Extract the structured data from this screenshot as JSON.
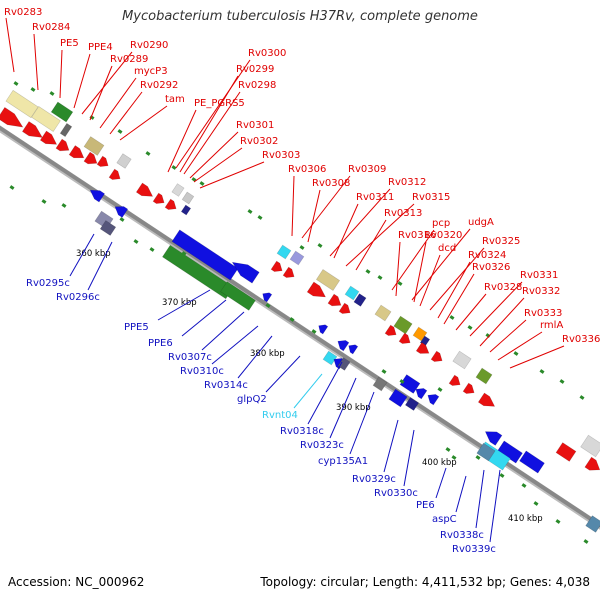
{
  "title": "Mycobacterium tuberculosis H37Rv, complete genome",
  "footer": {
    "accession": "Accession: NC_000962",
    "summary": "Topology: circular; Length: 4,411,532 bp; Genes: 4,038"
  },
  "colors": {
    "forward_label": "#e00000",
    "reverse_label": "#1010c0",
    "rna_label": "#33ccee",
    "backbone": "#888888"
  },
  "scale_labels": [
    "360 kbp",
    "370 kbp",
    "380 kbp",
    "390 kbp",
    "400 kbp",
    "410 kbp"
  ],
  "forward_genes": [
    "Rv0283",
    "Rv0284",
    "PE5",
    "PPE4",
    "Rv0290",
    "Rv0289",
    "mycP3",
    "Rv0292",
    "tam",
    "Rv0300",
    "Rv0299",
    "Rv0298",
    "PE_PGRS5",
    "Rv0301",
    "Rv0302",
    "Rv0303",
    "Rv0306",
    "Rv0309",
    "Rv0308",
    "Rv0312",
    "Rv0311",
    "Rv0315",
    "Rv0313",
    "pcp",
    "udgA",
    "Rv0316",
    "Rv0320",
    "dcd",
    "Rv0325",
    "Rv0324",
    "Rv0326",
    "Rv0331",
    "Rv0328",
    "Rv0332",
    "Rv0333",
    "rmlA",
    "Rv0336"
  ],
  "reverse_genes": [
    "Rv0295c",
    "Rv0296c",
    "PPE5",
    "PPE6",
    "Rv0307c",
    "Rv0310c",
    "Rv0314c",
    "glpQ2",
    "Rv0318c",
    "Rv0323c",
    "cyp135A1",
    "Rv0329c",
    "Rv0330c",
    "PE6",
    "aspC",
    "Rv0338c",
    "Rv0339c"
  ],
  "rna_genes": [
    "Rvnt04"
  ]
}
